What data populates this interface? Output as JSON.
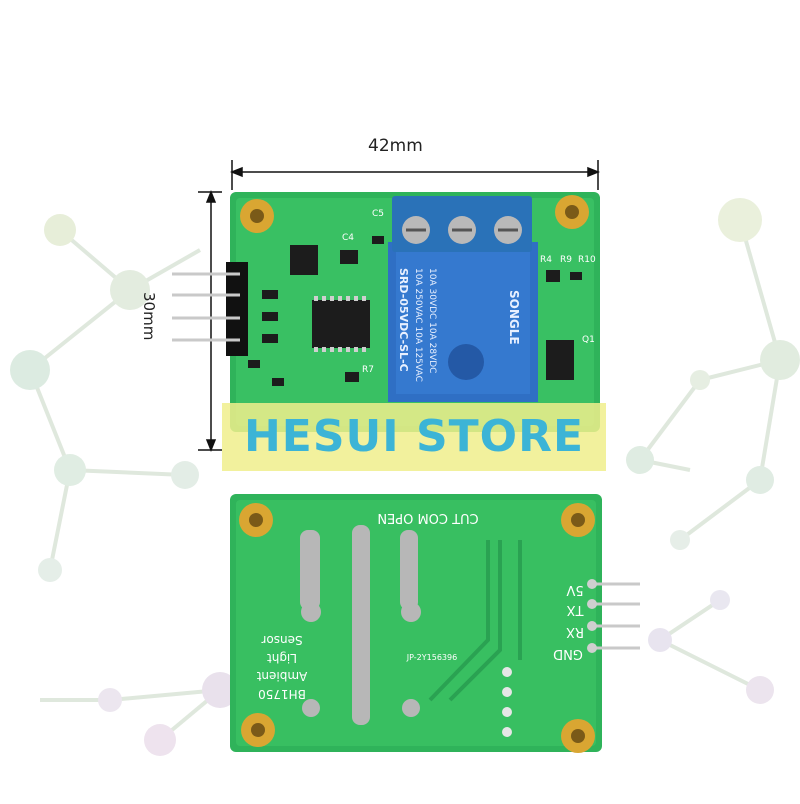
{
  "dimensions": {
    "width_label": "42mm",
    "height_label": "30mm"
  },
  "watermark": {
    "text": "HESUI STORE",
    "text_color": "#3cb4d6",
    "banner_color": "#f0ee8c"
  },
  "pcb_front": {
    "relay_text": [
      "10A 250VAC 10A 125VAC",
      "10A 30VDC 10A 28VDC",
      "SRD-05VDC-SL-C"
    ],
    "relay_brand": "SONGLE",
    "component_labels": [
      "C5",
      "C4",
      "R4",
      "R9",
      "R10",
      "R7",
      "Q1"
    ]
  },
  "pcb_back": {
    "terminal_labels": "CUT COM OPEN",
    "pin_labels": [
      "5V",
      "TX",
      "RX",
      "GND"
    ],
    "product_text": [
      "BH1750",
      "Ambient",
      "Light",
      "Sensor"
    ],
    "serial": "JP-2Y156396"
  },
  "colors": {
    "pcb_green": "#2fb35a",
    "relay_blue": "#2f6fc4",
    "terminal_blue": "#2a72b8",
    "pad_gold": "#d9a632"
  }
}
